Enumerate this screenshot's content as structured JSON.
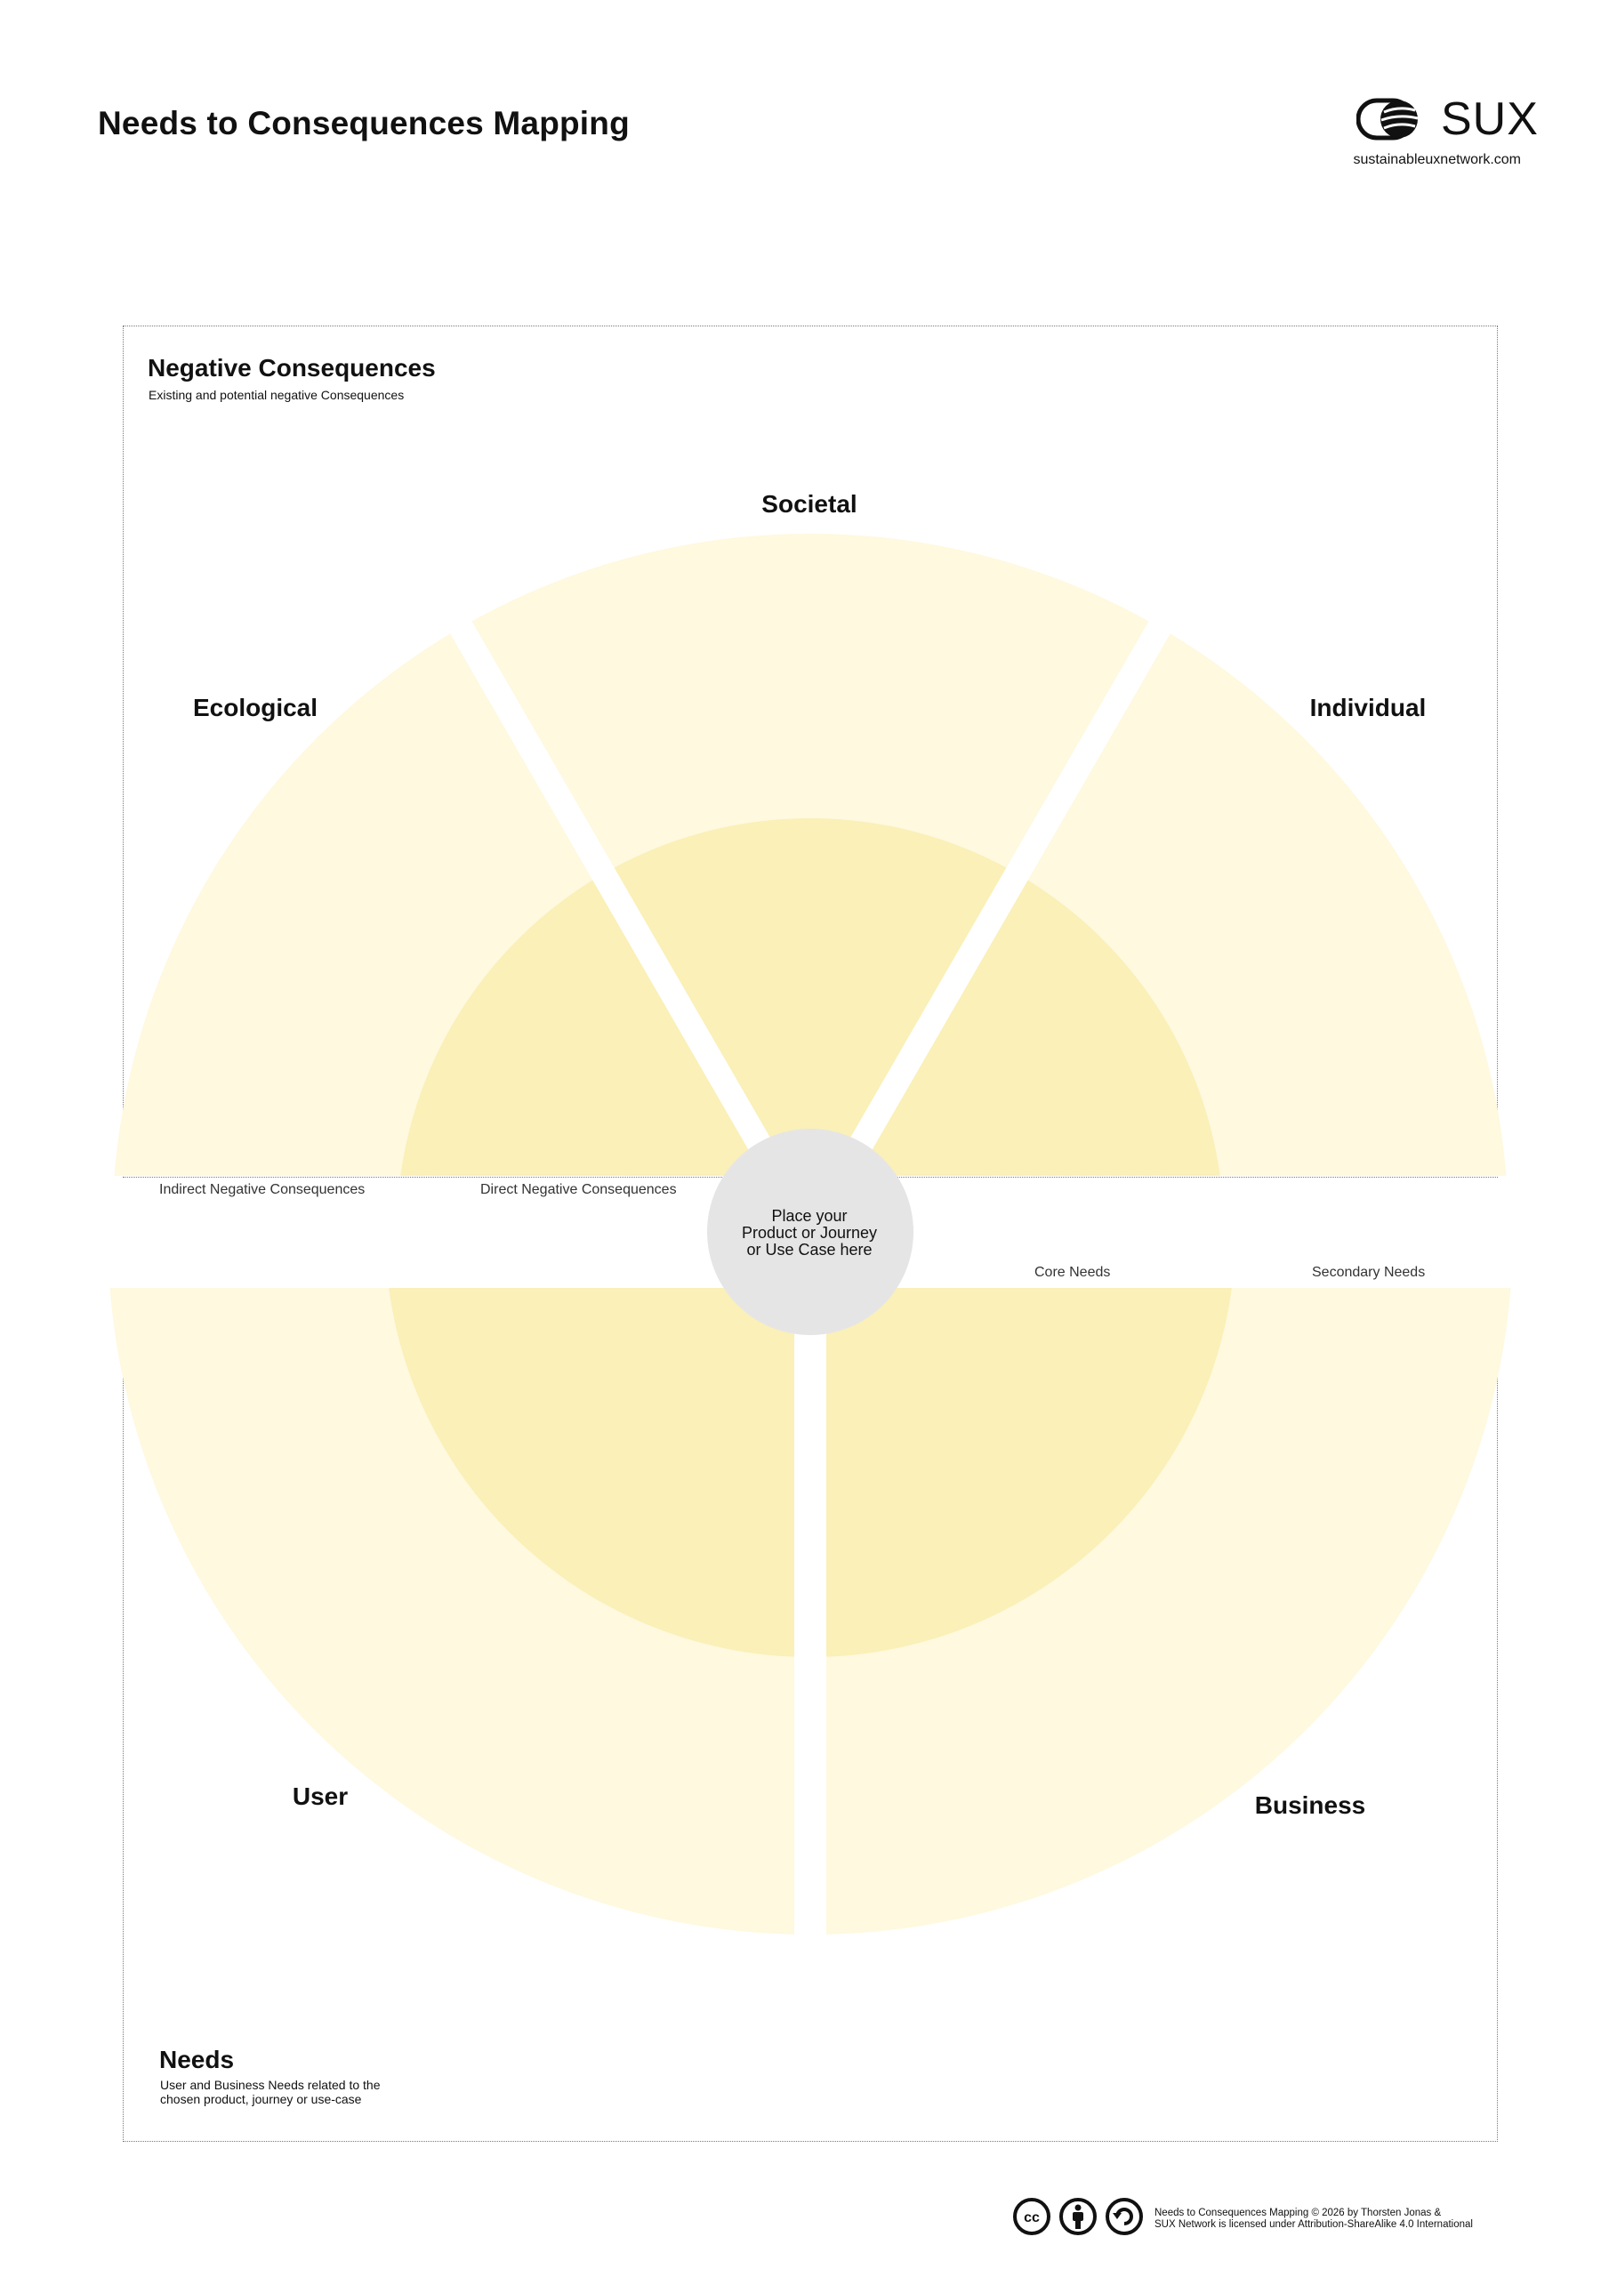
{
  "header": {
    "title": "Needs to Consequences Mapping",
    "logo_text": "SUX",
    "url": "sustainableuxnetwork.com"
  },
  "negative_section": {
    "title": "Negative Consequences",
    "subtitle": "Existing and potential negative Consequences"
  },
  "needs_section": {
    "title": "Needs",
    "subtitle_lines": [
      "User and Business Needs related to the",
      "chosen product, journey or use-case"
    ]
  },
  "categories": {
    "societal": "Societal",
    "ecological": "Ecological",
    "individual": "Individual",
    "user": "User",
    "business": "Business"
  },
  "ring_labels": {
    "indirect_negative": "Indirect Negative Consequences",
    "direct_negative": "Direct Negative Consequences",
    "core_needs": "Core Needs",
    "secondary_needs": "Secondary Needs"
  },
  "center": {
    "lines": [
      "Place your",
      "Product or Journey",
      "or Use Case here"
    ]
  },
  "license": {
    "lines": [
      "Needs to Consequences Mapping © 2026 by Thorsten Jonas &",
      "SUX Network is licensed under Attribution-ShareAlike 4.0 International"
    ],
    "icons": [
      "cc-icon",
      "by-icon",
      "sa-icon"
    ]
  },
  "colors": {
    "outer_ring": "#fef9df",
    "inner_ring": "#faf0b8",
    "center_circle": "#e6e5e6",
    "text": "#111111"
  }
}
